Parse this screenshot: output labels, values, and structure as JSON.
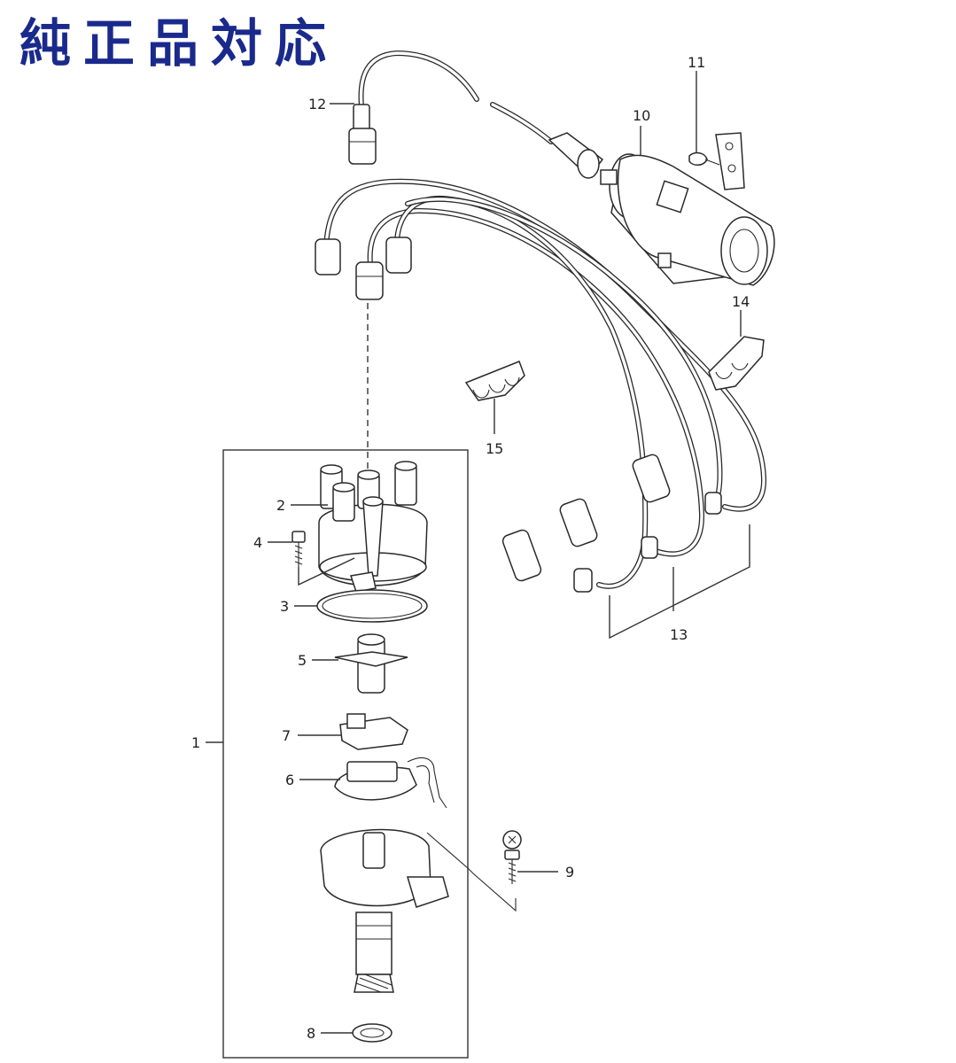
{
  "title": "純正品対応",
  "callouts": [
    {
      "id": "c1",
      "label": "1"
    },
    {
      "id": "c2",
      "label": "2"
    },
    {
      "id": "c3",
      "label": "3"
    },
    {
      "id": "c4",
      "label": "4"
    },
    {
      "id": "c5",
      "label": "5"
    },
    {
      "id": "c6",
      "label": "6"
    },
    {
      "id": "c7",
      "label": "7"
    },
    {
      "id": "c8",
      "label": "8"
    },
    {
      "id": "c9",
      "label": "9"
    },
    {
      "id": "c10",
      "label": "10"
    },
    {
      "id": "c11",
      "label": "11"
    },
    {
      "id": "c12",
      "label": "12"
    },
    {
      "id": "c13",
      "label": "13"
    },
    {
      "id": "c14",
      "label": "14"
    },
    {
      "id": "c15",
      "label": "15"
    }
  ]
}
